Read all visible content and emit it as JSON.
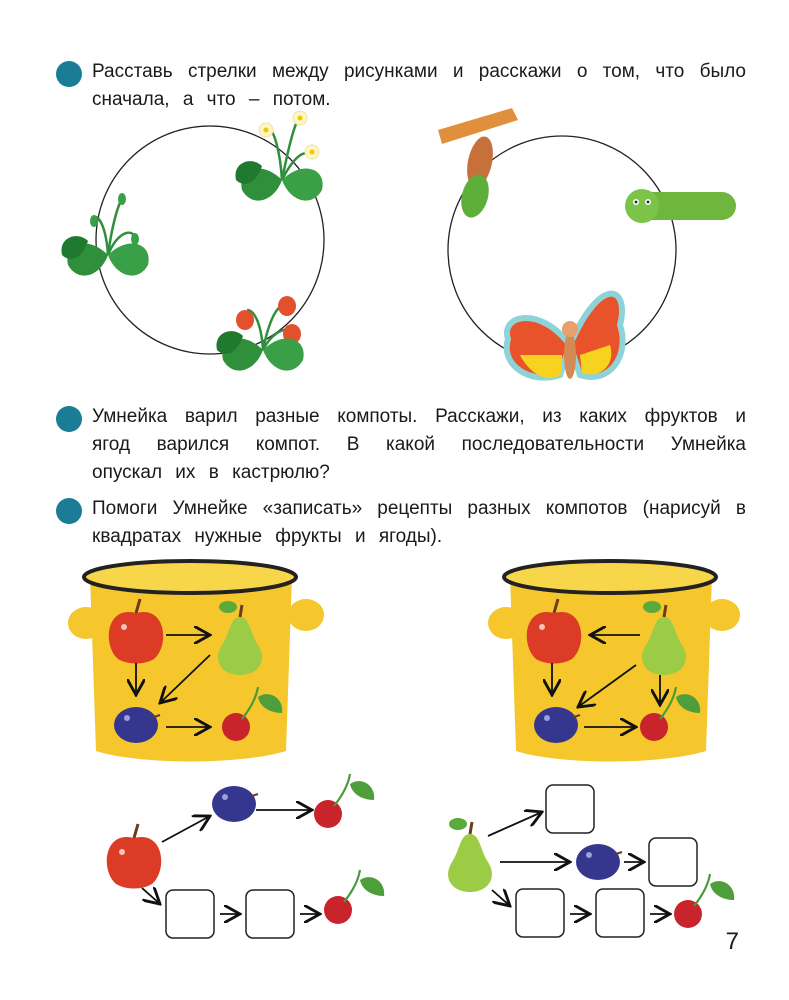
{
  "tasks": [
    {
      "text": "Расставь стрелки между рисунками и расскажи о том, что было сначала, а что – потом."
    },
    {
      "text": "Умнейка варил разные компоты. Расскажи, из каких фруктов и ягод варился компот. В какой последовательности Умнейка опускал их в кастрюлю?"
    },
    {
      "text": "Помоги Умнейке «записать» рецепты разных компотов (нарисуй в квадратах нужные фрукты и ягоды)."
    }
  ],
  "cycles": {
    "strawberry": {
      "stages": [
        "budding-plant",
        "flowering-plant",
        "berry-plant"
      ]
    },
    "butterfly": {
      "stages": [
        "pupa",
        "caterpillar",
        "butterfly"
      ]
    }
  },
  "pots": [
    {
      "fruits": [
        "apple",
        "pear",
        "plum",
        "cherry"
      ],
      "arrows": [
        [
          "apple",
          "pear"
        ],
        [
          "apple",
          "plum"
        ],
        [
          "pear",
          "plum"
        ],
        [
          "plum",
          "cherry"
        ]
      ]
    },
    {
      "fruits": [
        "apple",
        "pear",
        "plum",
        "cherry"
      ],
      "arrows": [
        [
          "pear",
          "apple"
        ],
        [
          "apple",
          "plum"
        ],
        [
          "pear",
          "plum"
        ],
        [
          "pear",
          "cherry"
        ],
        [
          "plum",
          "cherry"
        ]
      ]
    }
  ],
  "recipes": [
    {
      "start": "apple",
      "rows": [
        [
          "plum",
          "cherry"
        ],
        [
          "empty-box",
          "empty-box",
          "cherry"
        ]
      ]
    },
    {
      "start": "pear",
      "rows": [
        [
          "empty-box"
        ],
        [
          "plum",
          "empty-box"
        ],
        [
          "empty-box",
          "empty-box",
          "cherry"
        ]
      ]
    }
  ],
  "colors": {
    "bullet": "#1b7d95",
    "pot": "#f5c72c",
    "apple": "#dc3b26",
    "pear": "#9ccc45",
    "plum": "#35378f",
    "cherry": "#c9232b"
  },
  "page_number": "7"
}
